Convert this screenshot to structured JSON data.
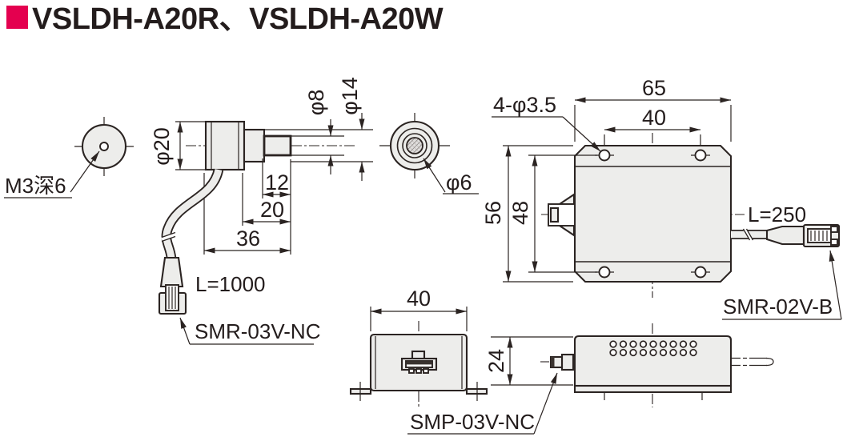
{
  "header": {
    "title": "VSLDH-A20R、VSLDH-A20W",
    "accent_color": "#e4004f"
  },
  "colors": {
    "line": "#2b2422",
    "fill": "#ededeb",
    "background": "#ffffff"
  },
  "drawing": {
    "rear_view": {
      "thread_note": "M3深6",
      "body_diameter": "φ20"
    },
    "side_view": {
      "tip_diameter": "φ8",
      "barrel_diameter": "φ14",
      "tip_length": "12",
      "nose_length": "20",
      "body_length": "36",
      "cable_length": "L=1000",
      "connector": "SMR-03V-NC"
    },
    "lens_view": {
      "lens_diameter": "φ6"
    },
    "controller_top_view": {
      "mount_holes": "4-φ3.5",
      "width": "65",
      "hole_pitch_width": "40",
      "depth": "56",
      "hole_pitch_depth": "48",
      "cable_length": "L=250",
      "connector": "SMR-02V-B"
    },
    "controller_front_view": {
      "width": "40",
      "connector": "SMP-03V-NC"
    },
    "controller_side_view": {
      "height": "24"
    }
  }
}
